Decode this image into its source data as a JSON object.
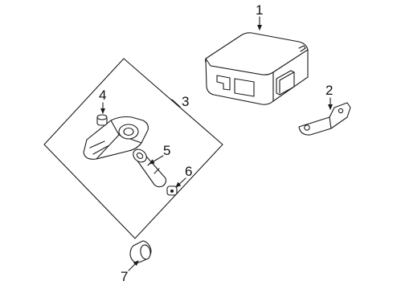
{
  "diagram": {
    "callouts": [
      {
        "id": "module",
        "label": "1"
      },
      {
        "id": "bracket",
        "label": "2"
      },
      {
        "id": "sensor-kit",
        "label": "3"
      },
      {
        "id": "nut",
        "label": "4"
      },
      {
        "id": "valve-stem",
        "label": "5"
      },
      {
        "id": "valve-core",
        "label": "6"
      },
      {
        "id": "cap",
        "label": "7"
      }
    ]
  }
}
